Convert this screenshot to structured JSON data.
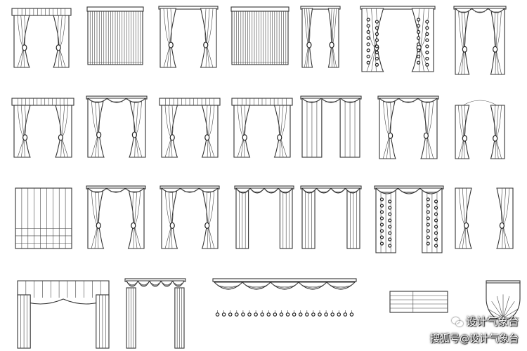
{
  "watermark": {
    "line1": "设计气象台",
    "line2": "搜狐号@设计气象台",
    "icon": "wechat-icon"
  },
  "catalog": [
    {
      "style": "valance-tied-drapes"
    },
    {
      "style": "vertical-blind"
    },
    {
      "style": "tied-drapes"
    },
    {
      "style": "vertical-blind"
    },
    {
      "style": "tied-drapes"
    },
    {
      "style": "patterned-drapes"
    },
    {
      "style": "swag-tied-drapes"
    },
    {
      "style": "valance-tied-drapes"
    },
    {
      "style": "swag-tied-drapes"
    },
    {
      "style": "valance-tied-drapes"
    },
    {
      "style": "valance-tied-drapes"
    },
    {
      "style": "swag-striped-drapes"
    },
    {
      "style": "swag-tied-drapes"
    },
    {
      "style": "arched-tied-drapes"
    },
    {
      "style": "roman-shade"
    },
    {
      "style": "swag-tied-drapes"
    },
    {
      "style": "swag-tied-drapes"
    },
    {
      "style": "swag-straight-drapes"
    },
    {
      "style": "swag-straight-drapes"
    },
    {
      "style": "patterned-swag-drapes"
    },
    {
      "style": "tied-panels"
    },
    {
      "style": "austrian-valance"
    },
    {
      "style": "scalloped-valance-drapes"
    },
    {
      "style": "tasseled-swag-valance"
    },
    {
      "style": "roman-shade-small"
    },
    {
      "style": "fan-valance"
    }
  ]
}
